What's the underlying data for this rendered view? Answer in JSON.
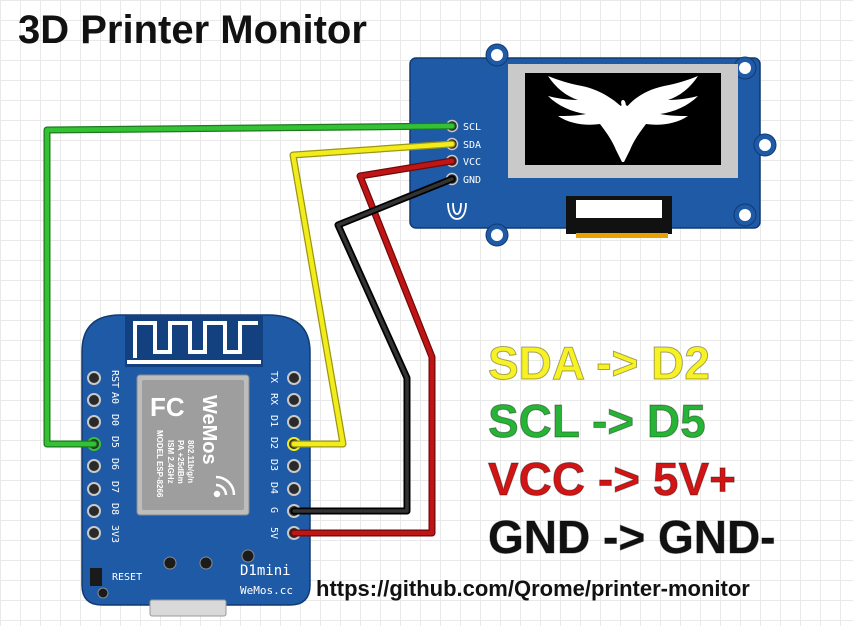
{
  "title": "3D Printer Monitor",
  "oled": {
    "pins": [
      "SCL",
      "SDA",
      "VCC",
      "GND"
    ]
  },
  "board": {
    "left_pins": [
      "RST",
      "A0",
      "D0",
      "D5",
      "D6",
      "D7",
      "D8",
      "3V3"
    ],
    "right_pins": [
      "TX",
      "RX",
      "D1",
      "D2",
      "D3",
      "D4",
      "G",
      "5V"
    ],
    "chip": {
      "brand": "WeMos",
      "fc_mark": "FC",
      "model": "MODEL ESP-8266",
      "ism": "ISM 2.4GHz",
      "pa": "PA +25dBm",
      "wifi": "802.11b/g/n"
    },
    "reset_label": "RESET",
    "name": "D1mini",
    "brand_footer": "WeMos.cc"
  },
  "legend": [
    {
      "text": "SDA -> D2",
      "color": "#f7f226"
    },
    {
      "text": "SCL -> D5",
      "color": "#27b335"
    },
    {
      "text": "VCC -> 5V+",
      "color": "#d21414"
    },
    {
      "text": "GND -> GND-",
      "color": "#111111"
    }
  ],
  "url": "https://github.com/Qrome/printer-monitor",
  "colors": {
    "board_blue": "#1f5aa6",
    "wire_green": "#35c135",
    "wire_yellow": "#f2ec1c",
    "wire_red": "#c01515",
    "wire_black": "#1a1a1a"
  }
}
